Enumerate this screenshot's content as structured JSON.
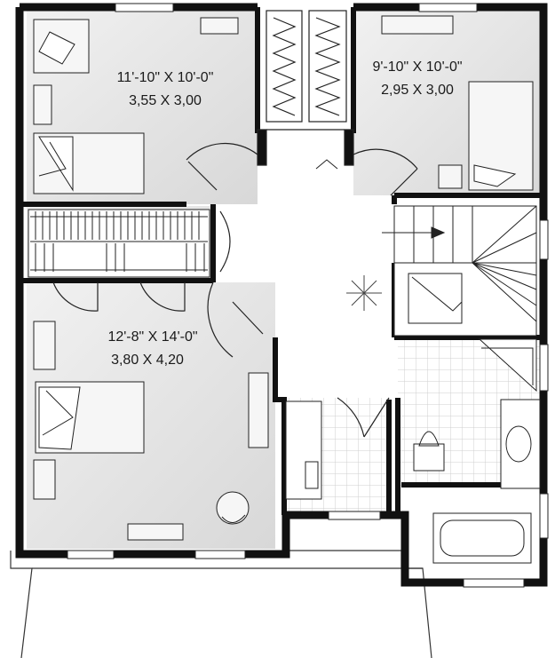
{
  "rooms": {
    "bedroom_top_left": {
      "imperial": "11'-10\" X 10'-0\"",
      "metric": "3,55 X 3,00"
    },
    "bedroom_top_right": {
      "imperial": "9'-10\" X 10'-0\"",
      "metric": "2,95 X 3,00"
    },
    "bedroom_master": {
      "imperial": "12'-8\" X 14'-0\"",
      "metric": "3,80 X 4,20"
    }
  },
  "colors": {
    "wall": "#111111",
    "room_fill": "#e4e4e4",
    "hall_fill": "#ffffff",
    "line": "#333333",
    "tile": "#cfcfcf",
    "furniture_fill": "#f6f6f6"
  }
}
